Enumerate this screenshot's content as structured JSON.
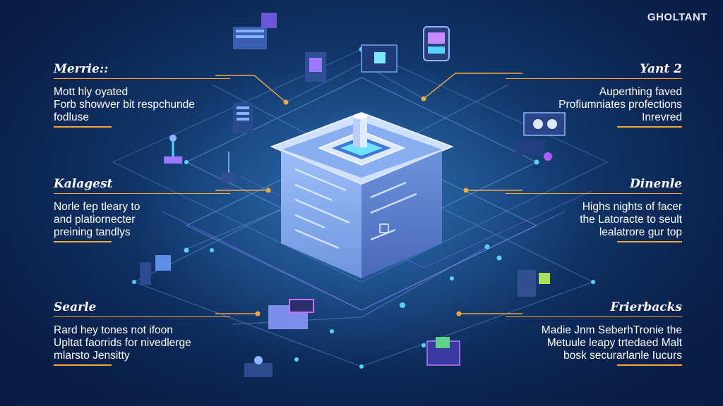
{
  "brand": "GHOLTANT",
  "callouts": [
    {
      "id": "tl",
      "title": "Merrie::",
      "lines": [
        "Mott hly oyated",
        "Forb showver bit respchunde",
        "fodluse"
      ]
    },
    {
      "id": "ml",
      "title": "Kalagest",
      "lines": [
        "Norle fep tleary to",
        "and platiornecter",
        "preining tandlys"
      ]
    },
    {
      "id": "bl",
      "title": "Searle",
      "lines": [
        "Rard hey tones not ifoon",
        "Upltat faorrids for nivedlerge",
        "mlarsto Jensitty"
      ]
    },
    {
      "id": "tr",
      "title": "Yant 2",
      "lines": [
        "Auperthing faved",
        "Profiumniates profections",
        "Inrevred"
      ]
    },
    {
      "id": "mr",
      "title": "Dinenle",
      "lines": [
        "Highs nights of facer",
        "the Latoracte to seult",
        "lealatrore gur top"
      ]
    },
    {
      "id": "br",
      "title": "Frierbacks",
      "lines": [
        "Madie Jnm SeberhTronie the",
        "Metuule leapy trtedaed Malt",
        "bosk securarlanle Iucurs"
      ]
    }
  ],
  "icons": [
    "server-room-icon",
    "storage-rack-icon",
    "monitor-card-icon",
    "display-terminal-icon",
    "console-desk-icon",
    "server-tower-icon",
    "antenna-node-icon",
    "data-tower-icon",
    "workstation-icon",
    "database-node-icon",
    "user-device-icon",
    "cabinet-icon",
    "router-hub-icon",
    "operator-desk-icon",
    "core-chip-icon"
  ],
  "colors": {
    "accent": "#f2a93b",
    "node": "#5ad0ff",
    "line": "#6fa8e6",
    "cube_light": "#b9d4ff",
    "cube_mid": "#8fb6f5",
    "cube_dark": "#5e86d6"
  }
}
